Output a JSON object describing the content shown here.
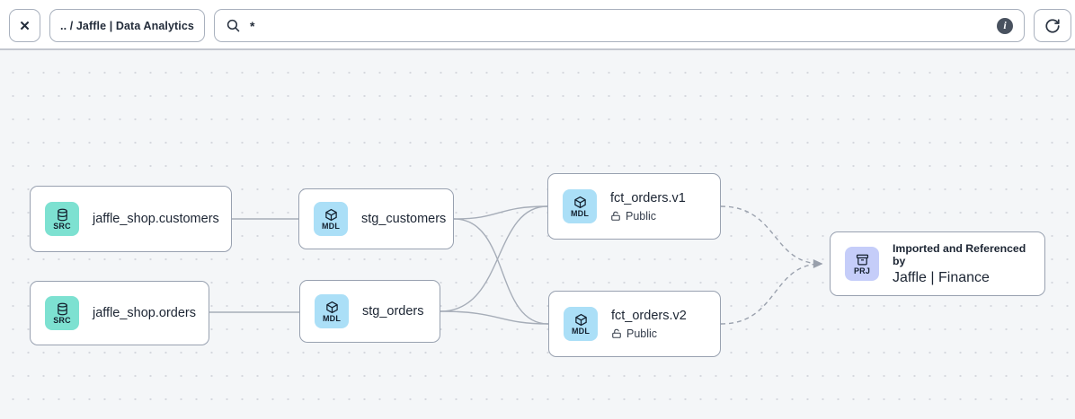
{
  "toolbar": {
    "close_icon": "✕",
    "breadcrumb": ".. / Jaffle | Data Analytics",
    "search": {
      "value": "*",
      "placeholder": ""
    },
    "info_glyph": "i"
  },
  "colors": {
    "source_tile": "#7de1d1",
    "model_tile": "#abdff7",
    "project_tile": "#c5cdf9",
    "canvas_bg": "#f4f6f8",
    "node_border": "#98a1b0",
    "edge": "#a6adb8",
    "topbar_bg": "#ffffff"
  },
  "graph": {
    "nodes": {
      "src_customers": {
        "badge": "SRC",
        "label": "jaffle_shop.customers"
      },
      "src_orders": {
        "badge": "SRC",
        "label": "jaffle_shop.orders"
      },
      "stg_customers": {
        "badge": "MDL",
        "label": "stg_customers"
      },
      "stg_orders": {
        "badge": "MDL",
        "label": "stg_orders"
      },
      "fct_orders_v1": {
        "badge": "MDL",
        "label": "fct_orders.v1",
        "visibility": "Public"
      },
      "fct_orders_v2": {
        "badge": "MDL",
        "label": "fct_orders.v2",
        "visibility": "Public"
      },
      "project_finance": {
        "badge": "PRJ",
        "subtitle": "Imported and Referenced by",
        "label": "Jaffle | Finance"
      }
    },
    "edges": [
      {
        "from": "src_customers",
        "to": "stg_customers",
        "style": "solid"
      },
      {
        "from": "src_orders",
        "to": "stg_orders",
        "style": "solid"
      },
      {
        "from": "stg_customers",
        "to": "fct_orders_v1",
        "style": "solid"
      },
      {
        "from": "stg_customers",
        "to": "fct_orders_v2",
        "style": "solid"
      },
      {
        "from": "stg_orders",
        "to": "fct_orders_v1",
        "style": "solid"
      },
      {
        "from": "stg_orders",
        "to": "fct_orders_v2",
        "style": "solid"
      },
      {
        "from": "fct_orders_v1",
        "to": "project_finance",
        "style": "dashed"
      },
      {
        "from": "fct_orders_v2",
        "to": "project_finance",
        "style": "dashed"
      }
    ]
  }
}
